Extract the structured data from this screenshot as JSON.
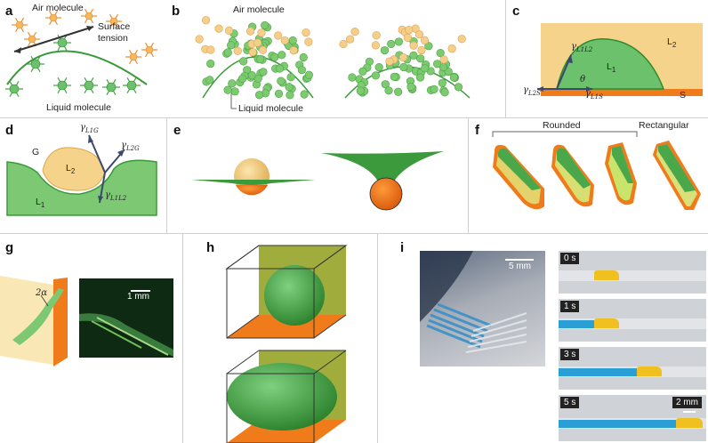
{
  "panels": {
    "a": {
      "label": "a",
      "air": "Air molecule",
      "tension_line1": "Surface",
      "tension_line2": "tension",
      "liquid": "Liquid molecule"
    },
    "b": {
      "label": "b",
      "air": "Air molecule",
      "liquid": "Liquid molecule"
    },
    "c": {
      "label": "c",
      "L2": "L",
      "L2sub": "2",
      "L1": "L",
      "L1sub": "1",
      "S": "S",
      "theta": "θ",
      "g1": "γ",
      "g1sub": "L1L2",
      "g2": "γ",
      "g2sub": "L2S",
      "g3": "γ",
      "g3sub": "L1S"
    },
    "d": {
      "label": "d",
      "G": "G",
      "L2": "L",
      "L2sub": "2",
      "L1": "L",
      "L1sub": "1",
      "g1": "γ",
      "g1sub": "L1G",
      "g2": "γ",
      "g2sub": "L2G",
      "g3": "γ",
      "g3sub": "L1L2"
    },
    "e": {
      "label": "e"
    },
    "f": {
      "label": "f",
      "rounded": "Rounded",
      "rectangular": "Rectangular"
    },
    "g": {
      "label": "g",
      "sym": "2α",
      "scale": "1 mm"
    },
    "h": {
      "label": "h"
    },
    "i": {
      "label": "i",
      "scale_main": "5 mm",
      "scale_small": "2 mm",
      "times": [
        "0 s",
        "1 s",
        "3 s",
        "5 s"
      ]
    }
  },
  "colors": {
    "green": "#5cb85c",
    "green_dark": "#2e8b2e",
    "orange": "#f07b1a",
    "yellow": "#f5d38a",
    "blue": "#2a9fd6",
    "gold": "#f0c020"
  }
}
